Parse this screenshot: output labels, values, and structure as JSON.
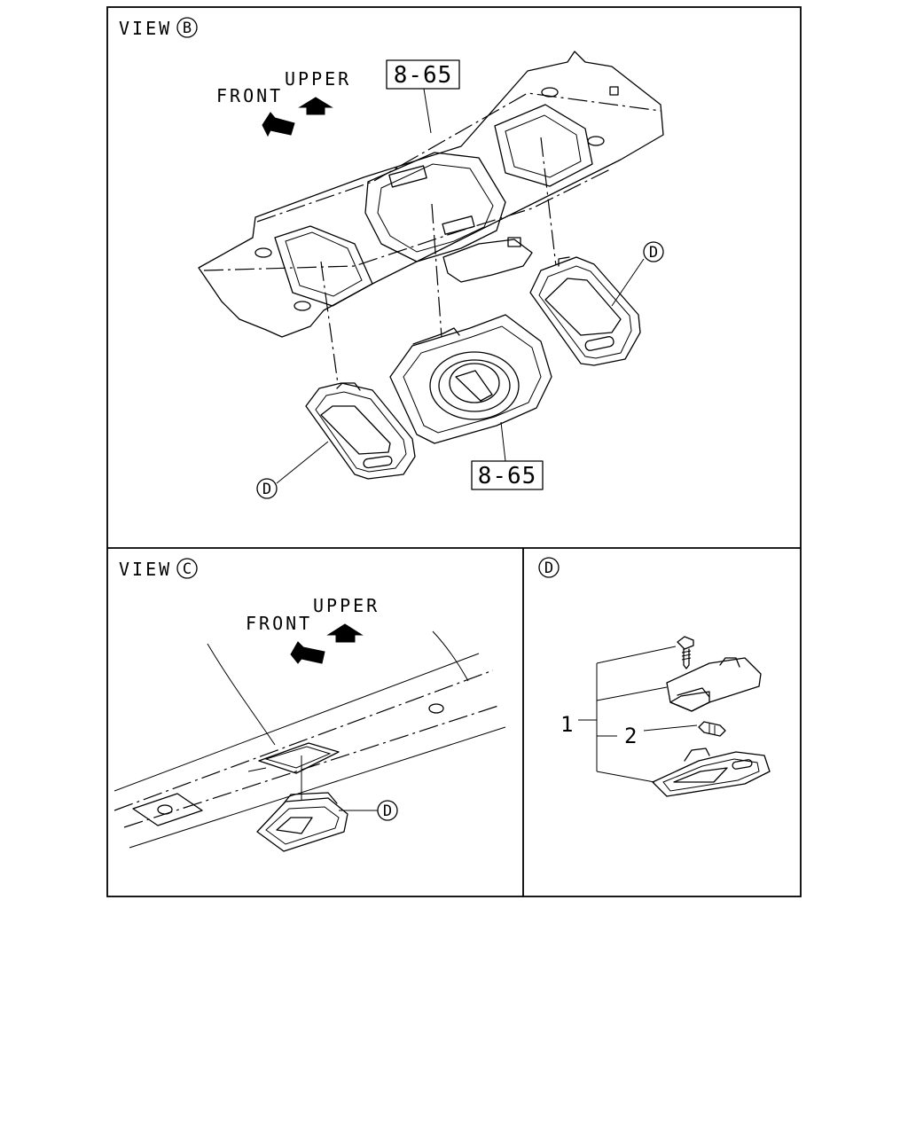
{
  "panels": {
    "view_b": {
      "title": "VIEW",
      "title_mark": "B",
      "direction_front": "FRONT",
      "direction_upper": "UPPER",
      "ref_top": "8-65",
      "ref_bottom": "8-65",
      "callout_right": "D",
      "callout_left": "D"
    },
    "view_c": {
      "title": "VIEW",
      "title_mark": "C",
      "direction_front": "FRONT",
      "direction_upper": "UPPER",
      "callout": "D"
    },
    "detail_d": {
      "title_mark": "D",
      "part_1": "1",
      "part_2": "2"
    }
  }
}
